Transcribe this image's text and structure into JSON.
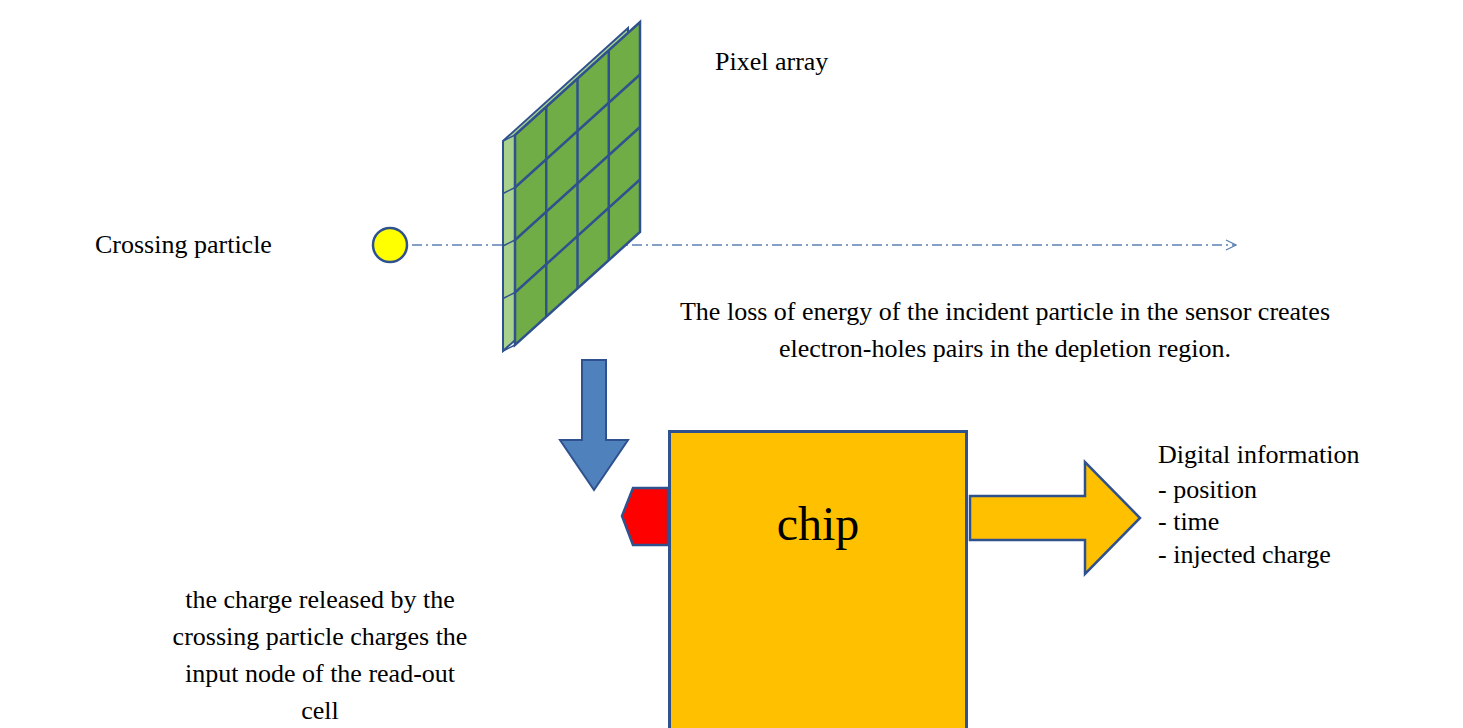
{
  "diagram": {
    "nodes": [
      {
        "text": [
          "chip"
        ]
      }
    ],
    "labels": [
      "Crossing particle",
      "Pixel array",
      "The loss of energy of the incident particle in the sensor creates electron-holes pairs in the depletion region.",
      "the charge released by the crossing particle charges the input node of the read-out cell",
      "Digital information",
      "- position",
      "- time",
      "- injected charge"
    ]
  }
}
